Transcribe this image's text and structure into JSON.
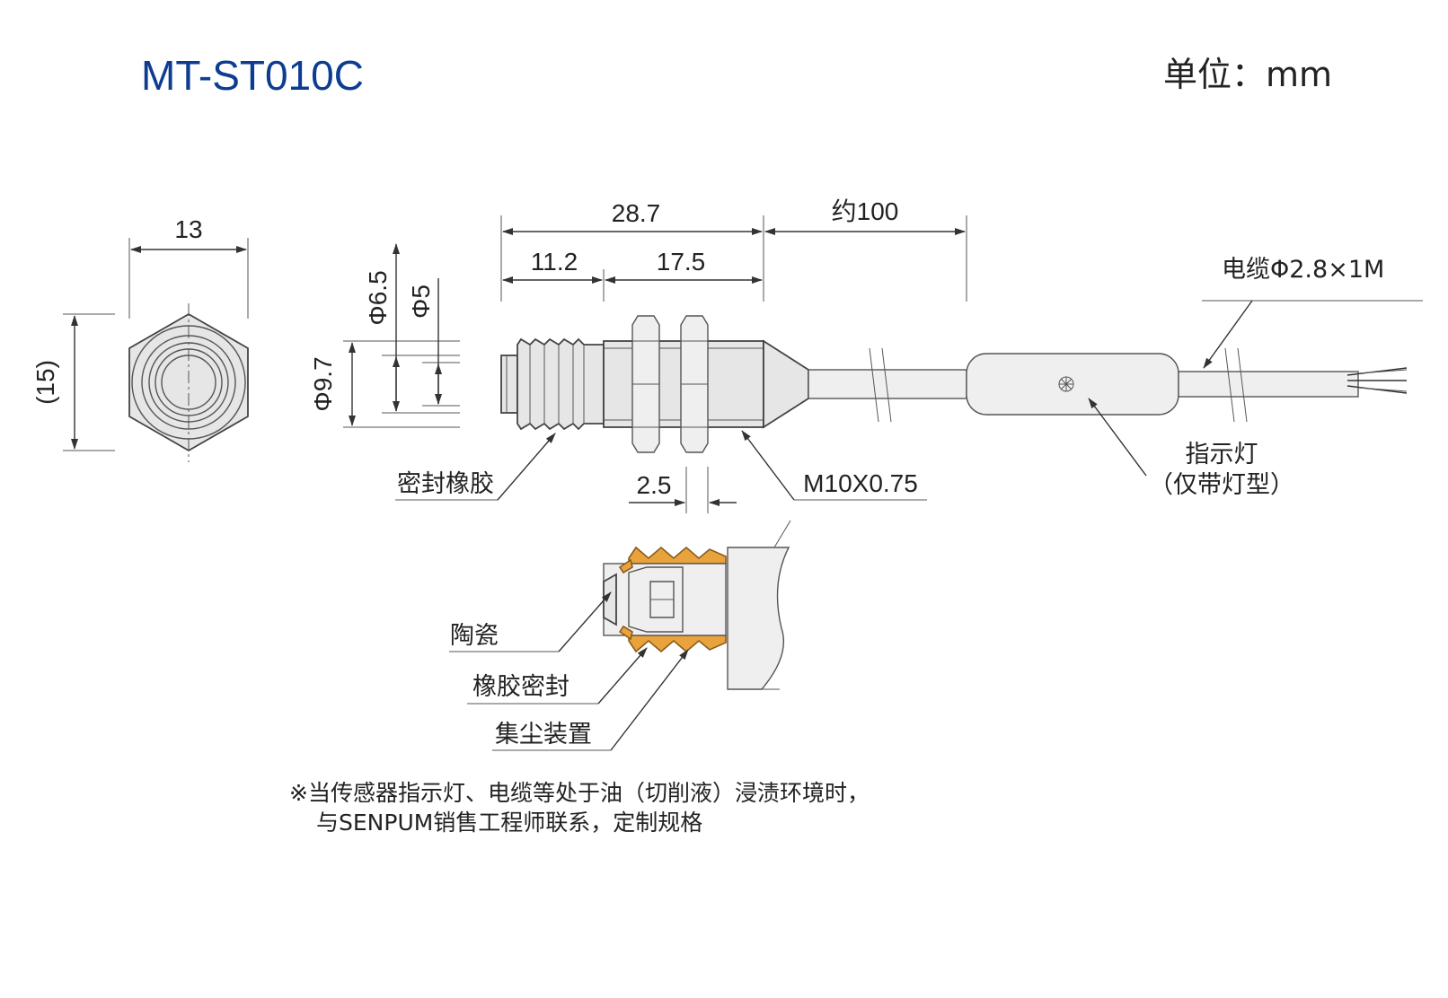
{
  "title": "MT-ST010C",
  "unit": "单位：mm",
  "dimensions": {
    "hex_width": "13",
    "hex_height": "(15)",
    "total_length": "28.7",
    "cable_approx": "约100",
    "thread_len_a": "11.2",
    "thread_len_b": "17.5",
    "dia_6_5": "Φ6.5",
    "dia_5": "Φ5",
    "dia_9_7": "Φ9.7",
    "nut_thickness": "2.5",
    "thread_spec": "M10X0.75",
    "cable_spec": "电缆Φ2.8×1M"
  },
  "labels": {
    "seal_rubber": "密封橡胶",
    "indicator": "指示灯",
    "indicator_note": "（仅带灯型）",
    "ceramic": "陶瓷",
    "rubber_seal": "橡胶密封",
    "dust_collector": "集尘装置"
  },
  "note": {
    "line1": "※当传感器指示灯、电缆等处于油（切削液）浸渍环境时，",
    "line2": "与SENPUM销售工程师联系，定制规格"
  },
  "colors": {
    "title": "#0d3d91",
    "seal": "#e8a33c",
    "body": "#e6e6e6"
  }
}
